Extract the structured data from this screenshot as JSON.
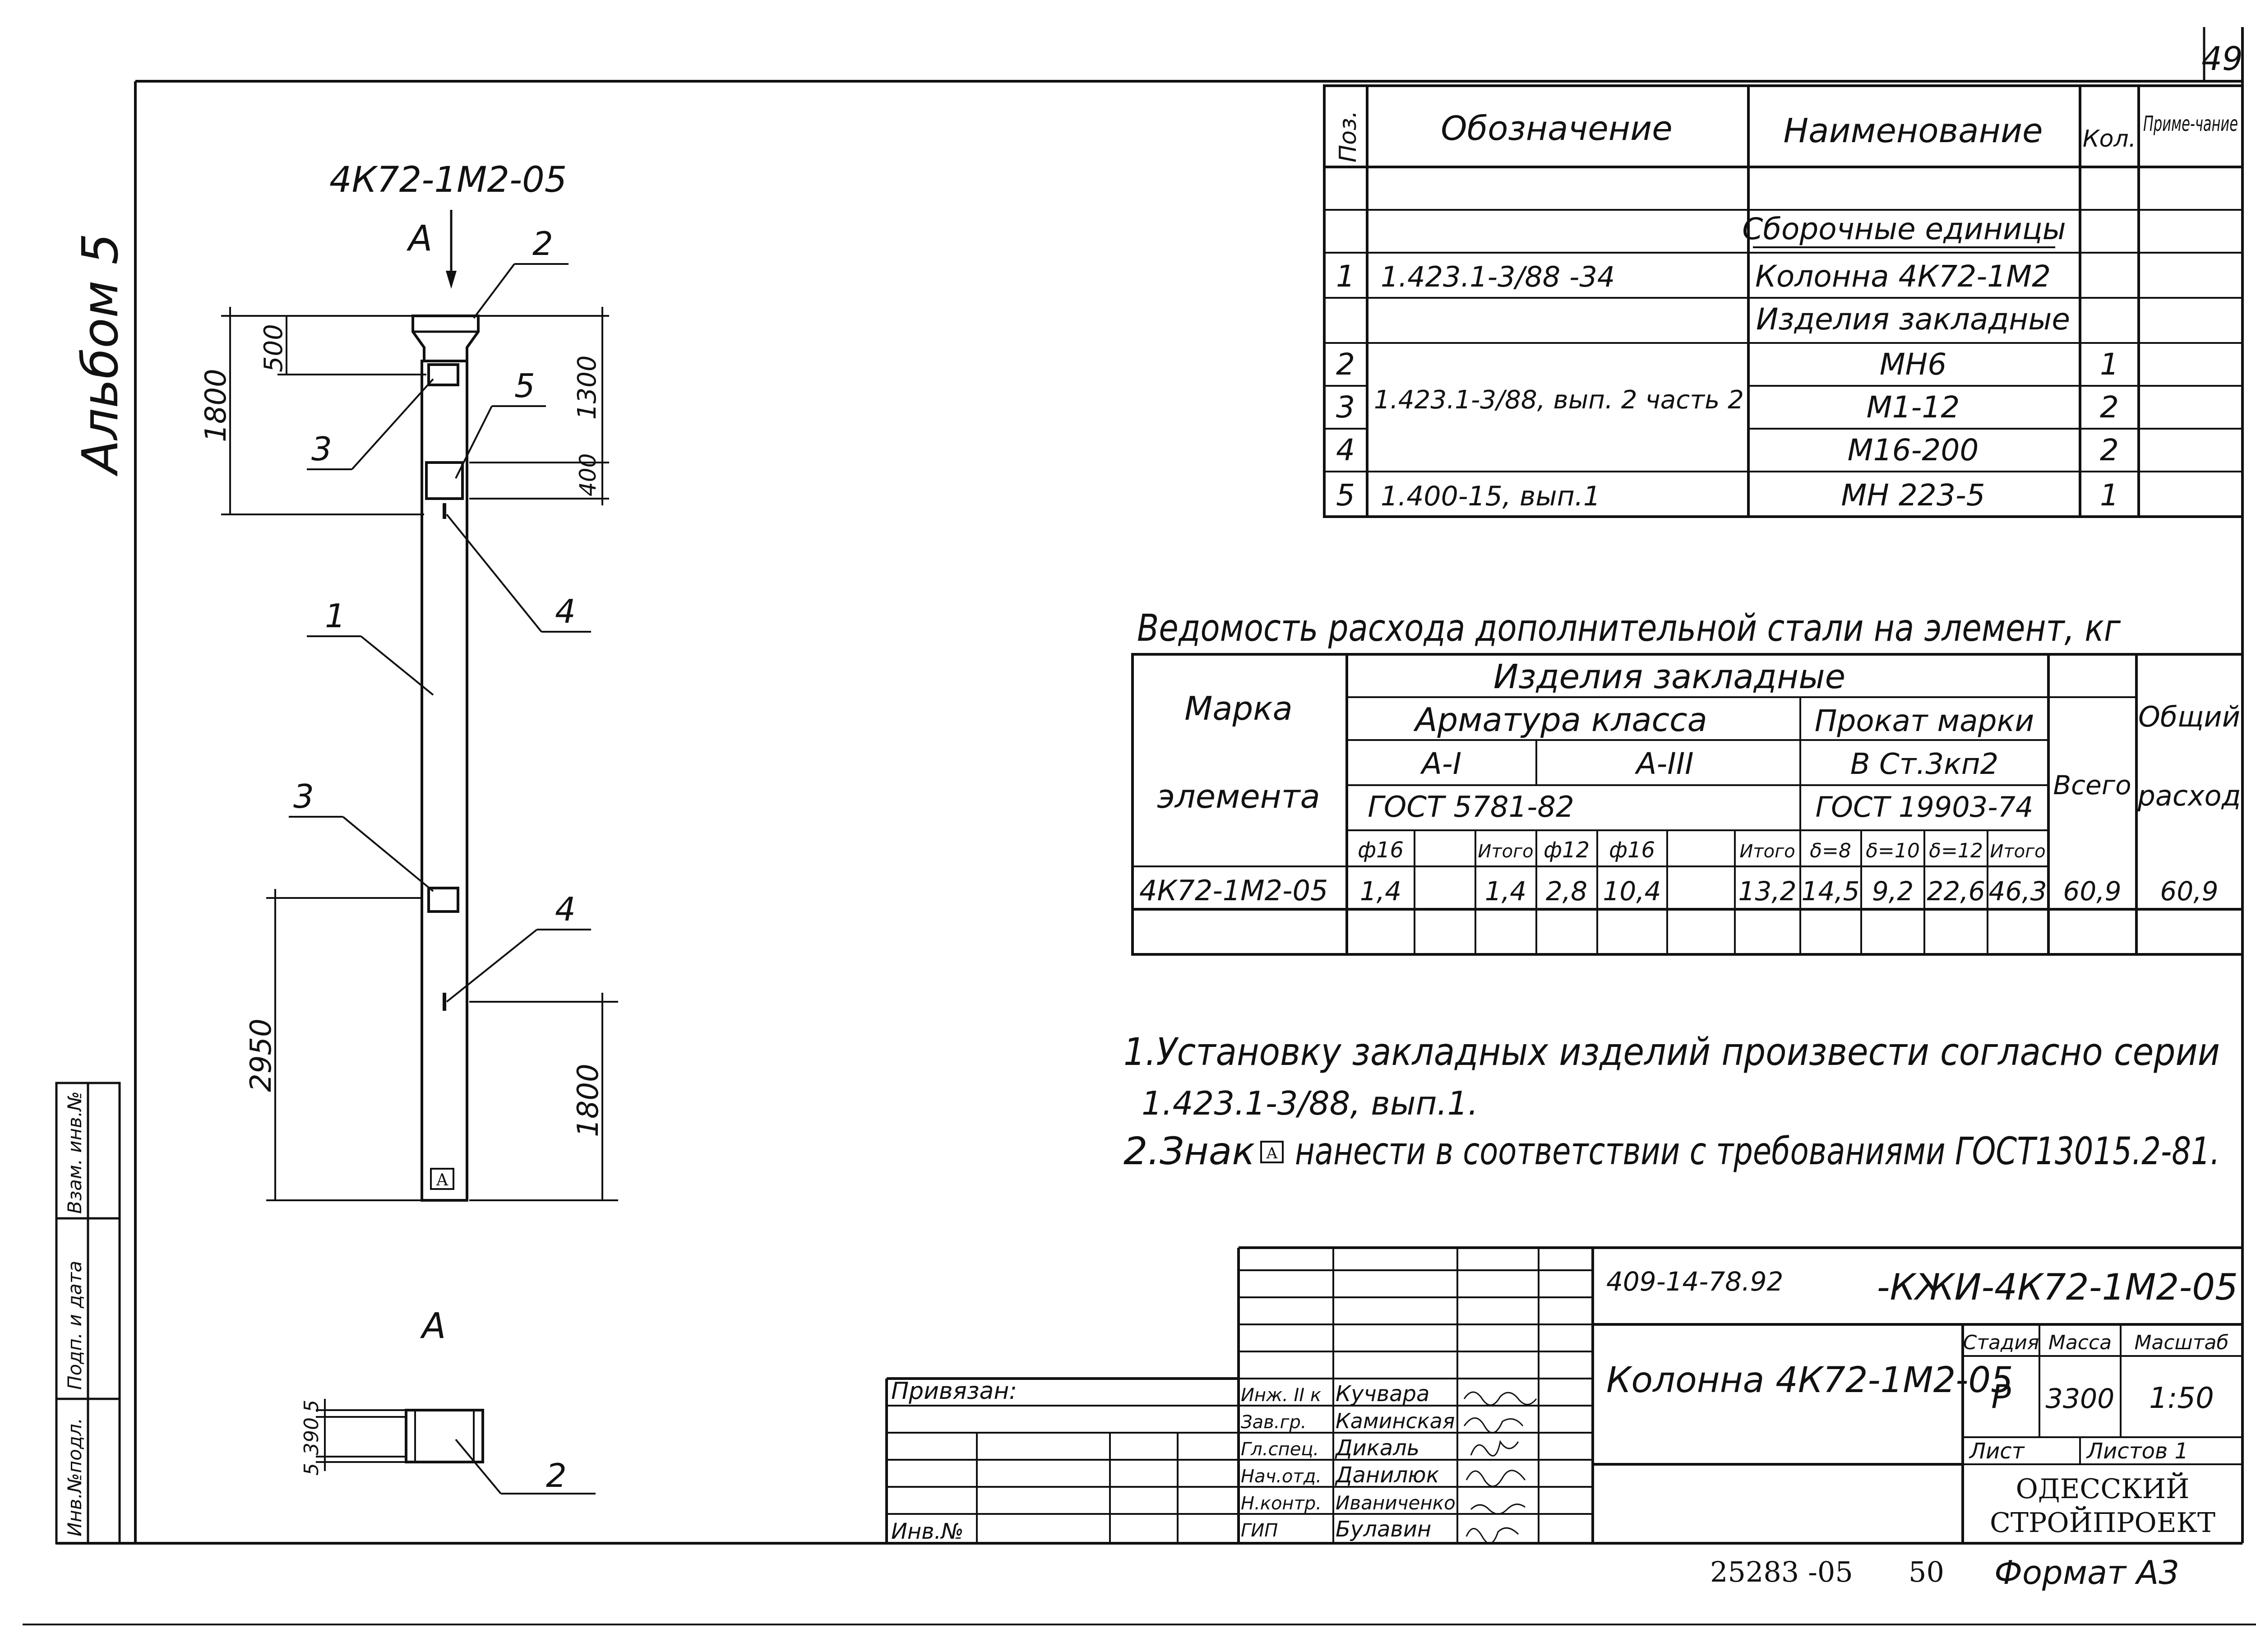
{
  "sheet": {
    "number": "49",
    "album": "Альбом 5",
    "bottom_code": "25283 -05",
    "bottom_num": "50",
    "format": "Формат А3"
  },
  "side_stamp": {
    "inv_orig": "Инв.№подл.",
    "sign_date": "Подп. и дата",
    "replace_inv": "Взам. инв.№"
  },
  "drawing": {
    "column_mark": "4К72-1М2-05",
    "view_label": "А",
    "section_label": "А",
    "dimensions": {
      "d1800_top": "1800",
      "d500": "500",
      "d1300": "1300",
      "d400": "400",
      "d2950": "2950",
      "d1800_bottom": "1800",
      "d5a": "5",
      "d390": "390",
      "d5b": "5"
    },
    "callouts": {
      "p2_top": "2",
      "p3_top": "3",
      "p5": "5",
      "p4_top": "4",
      "p1": "1",
      "p3_bottom": "3",
      "p4_bottom": "4",
      "p2_section": "2"
    },
    "marker_glyph": "А"
  },
  "spec_table": {
    "headers": {
      "pos": "Поз.",
      "designation": "Обозначение",
      "name": "Наименование",
      "qty": "Кол.",
      "note": "Приме-чание"
    },
    "section_assembly": "Сборочные единицы",
    "section_embedded": "Изделия закладные",
    "rows": [
      {
        "pos": "1",
        "designation": "1.423.1-3/88 -34",
        "name": "Колонна 4К72-1М2",
        "qty": ""
      },
      {
        "pos": "2",
        "designation": "",
        "name": "МН6",
        "qty": "1"
      },
      {
        "pos": "3",
        "designation": "1.423.1-3/88, вып. 2 часть 2",
        "name": "М1-12",
        "qty": "2"
      },
      {
        "pos": "4",
        "designation": "",
        "name": "М16-200",
        "qty": "2"
      },
      {
        "pos": "5",
        "designation": "1.400-15, вып.1",
        "name": "МН 223-5",
        "qty": "1"
      }
    ]
  },
  "steel_table": {
    "title": "Ведомость расхода дополнительной стали на элемент, кг",
    "mark_label_1": "Марка",
    "mark_label_2": "элемента",
    "embedded": "Изделия закладные",
    "rebar_class": "Арматура класса",
    "rolled": "Прокат марки",
    "class_a1": "А-I",
    "class_a3": "А-III",
    "steel_grade": "В Ст.3кп2",
    "gost_rebar": "ГОСТ 5781-82",
    "gost_rolled": "ГОСТ 19903-74",
    "total": "Всего",
    "overall_1": "Общий",
    "overall_2": "расход",
    "sub_headers": [
      "ф16",
      "",
      "Итого",
      "ф12",
      "ф16",
      "",
      "Итого",
      "δ=8",
      "δ=10",
      "δ=12",
      "Итого"
    ],
    "row": {
      "mark": "4К72-1М2-05",
      "values": [
        "1,4",
        "",
        "1,4",
        "2,8",
        "10,4",
        "",
        "13,2",
        "14,5",
        "9,2",
        "22,6",
        "46,3"
      ],
      "total": "60,9",
      "overall": "60,9"
    }
  },
  "notes": {
    "line1": "1.Установку закладных изделий произвести согласно серии",
    "line2": "1.423.1-3/88, вып.1.",
    "line3a": "2.Знак",
    "line3b": "нанести в соответствии с требованиями ГОСТ13015.2-81."
  },
  "title_block": {
    "bound": "Привязан:",
    "inv_no": "Инв.№",
    "doc_code": "409-14-78.92",
    "drawing_code": "-КЖИ-4К72-1М2-05",
    "element_name": "Колонна 4К72-1М2-05",
    "stage_label": "Стадия",
    "mass_label": "Масса",
    "scale_label": "Масштаб",
    "stage": "Р",
    "mass": "3300",
    "scale": "1:50",
    "sheet_label": "Лист",
    "sheets_label": "Листов 1",
    "org1": "ОДЕССКИЙ",
    "org2": "СТРОЙПРОЕКТ",
    "staff": [
      {
        "role": "Инж. II к",
        "name": "Кучвара"
      },
      {
        "role": "Зав.гр.",
        "name": "Каминская"
      },
      {
        "role": "Гл.спец.",
        "name": "Дикаль"
      },
      {
        "role": "Нач.отд.",
        "name": "Данилюк"
      },
      {
        "role": "Н.контр.",
        "name": "Иваниченко"
      },
      {
        "role": "ГИП",
        "name": "Булавин"
      }
    ]
  }
}
